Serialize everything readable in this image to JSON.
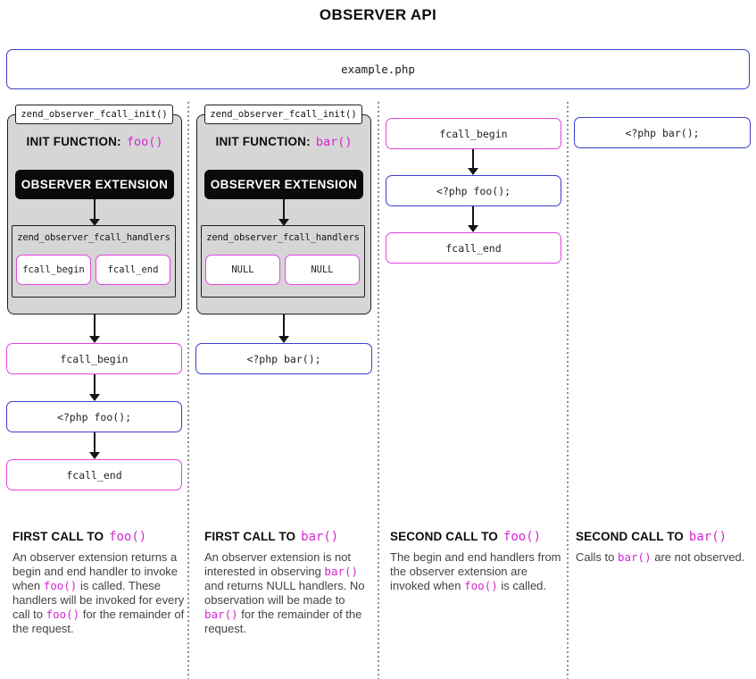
{
  "title": "OBSERVER API",
  "file_box": {
    "label": "example.php"
  },
  "colors": {
    "blue": "#3c3dc9",
    "magenta": "#e145e1",
    "magenta-text": "#d327d3",
    "panel-gray": "#d6d6d6"
  },
  "columns": [
    {
      "tab": "zend_observer_fcall_init()",
      "init_label": "INIT FUNCTION:",
      "init_fn": "foo()",
      "extension_label": "OBSERVER EXTENSION",
      "handlers_label": "zend_observer_fcall_handlers",
      "handlers": [
        "fcall_begin",
        "fcall_end"
      ],
      "flow": [
        "fcall_begin",
        "<?php foo();",
        "fcall_end"
      ],
      "caption_heading": "FIRST CALL TO",
      "caption_fn": "foo()",
      "caption_body": [
        {
          "t": "An observer extension returns a begin and end handler to invoke when "
        },
        {
          "c": "foo()"
        },
        {
          "t": " is called. These handlers will be invoked for every call to "
        },
        {
          "c": "foo()"
        },
        {
          "t": " for the remainder of the request."
        }
      ]
    },
    {
      "tab": "zend_observer_fcall_init()",
      "init_label": "INIT FUNCTION:",
      "init_fn": "bar()",
      "extension_label": "OBSERVER EXTENSION",
      "handlers_label": "zend_observer_fcall_handlers",
      "handlers": [
        "NULL",
        "NULL"
      ],
      "flow": [
        "<?php bar();"
      ],
      "caption_heading": "FIRST CALL TO",
      "caption_fn": "bar()",
      "caption_body": [
        {
          "t": "An observer extension is not interested in observing "
        },
        {
          "c": "bar()"
        },
        {
          "t": " and returns NULL handlers. No observation will be made to "
        },
        {
          "c": "bar()"
        },
        {
          "t": " for the remainder of the request."
        }
      ]
    },
    {
      "flow": [
        "fcall_begin",
        "<?php foo();",
        "fcall_end"
      ],
      "caption_heading": "SECOND CALL TO",
      "caption_fn": "foo()",
      "caption_body": [
        {
          "t": "The begin and end handlers from the observer extension are invoked when "
        },
        {
          "c": "foo()"
        },
        {
          "t": " is called."
        }
      ]
    },
    {
      "flow": [
        "<?php bar();"
      ],
      "caption_heading": "SECOND CALL TO",
      "caption_fn": "bar()",
      "caption_body": [
        {
          "t": "Calls to "
        },
        {
          "c": "bar()"
        },
        {
          "t": " are not observed."
        }
      ]
    }
  ]
}
